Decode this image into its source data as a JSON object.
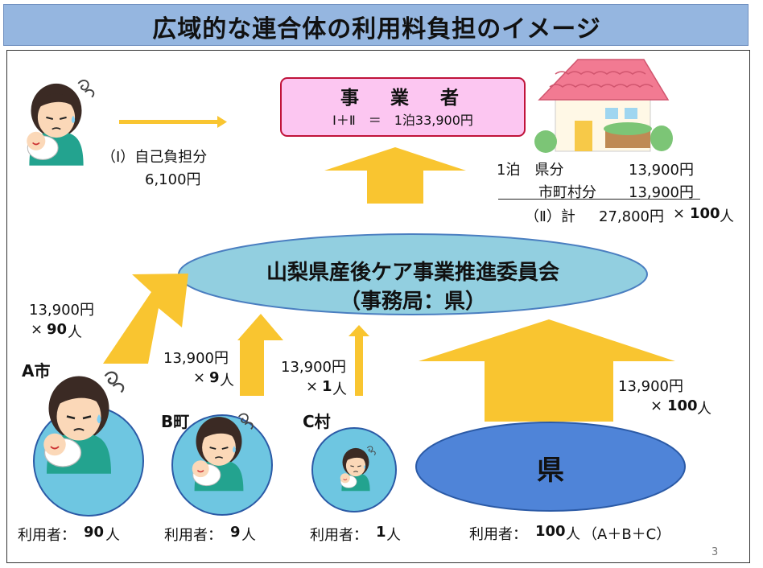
{
  "title": "広域的な連合体の利用料負担のイメージ",
  "provider": {
    "title": "事　業　者",
    "formula": "Ⅰ＋Ⅱ　＝　1泊33,900円"
  },
  "self_pay": {
    "label": "（Ⅰ）自己負担分",
    "amount": "6,100円"
  },
  "subsidy": {
    "pref_label": "1泊　県分",
    "pref_amount": "13,900円",
    "muni_label": "市町村分",
    "muni_amount": "13,900円",
    "total_label": "（Ⅱ）計",
    "total_amount": "27,800円",
    "total_mult": "×",
    "total_count": "100",
    "total_unit": "人"
  },
  "committee": {
    "line1": "山梨県産後ケア事業推進委員会",
    "line2": "（事務局：県）"
  },
  "flows": {
    "a": {
      "amount": "13,900円",
      "mult": "×",
      "count": "90",
      "unit": "人"
    },
    "b": {
      "amount": "13,900円",
      "mult": "×",
      "count": "9",
      "unit": "人"
    },
    "c": {
      "amount": "13,900円",
      "mult": "×",
      "count": "1",
      "unit": "人"
    },
    "ken": {
      "amount": "13,900円",
      "mult": "×",
      "count": "100",
      "unit": "人"
    }
  },
  "municipalities": {
    "a": {
      "name": "A市",
      "users_label": "利用者：",
      "users_count": "90",
      "users_unit": "人"
    },
    "b": {
      "name": "B町",
      "users_label": "利用者：",
      "users_count": "9",
      "users_unit": "人"
    },
    "c": {
      "name": "C村",
      "users_label": "利用者：",
      "users_count": "1",
      "users_unit": "人"
    }
  },
  "prefecture": {
    "name": "県",
    "users_label": "利用者：",
    "users_count": "100",
    "users_unit": "人",
    "users_note": "（A＋B＋C）"
  },
  "page_number": "3",
  "colors": {
    "title_bar": "#95b6e0",
    "arrow": "#f9c530",
    "committee_fill": "#92cfe0",
    "prefecture_fill": "#4f84d8",
    "circle_fill": "#6ec6e1",
    "provider_fill": "#fcc6f1",
    "provider_border": "#c0133a"
  }
}
